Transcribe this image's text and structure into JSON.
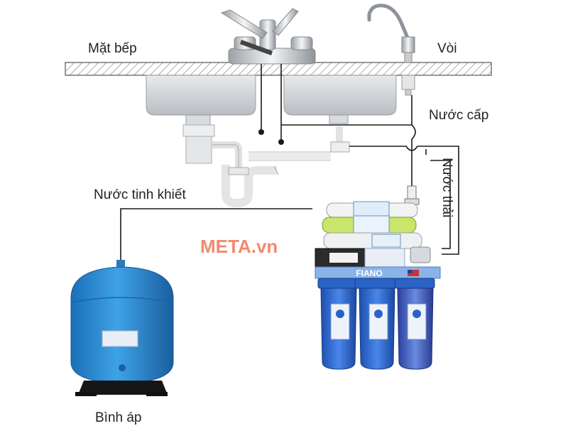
{
  "labels": {
    "counter": "Mặt bếp",
    "faucet": "Vòi",
    "feed_water": "Nước cấp",
    "waste_water": "Nước thải",
    "pure_water": "Nước tinh khiết",
    "pressure_tank": "Bình áp"
  },
  "watermark": "META.vn",
  "brand": "FIANO",
  "colors": {
    "line": "#1a1a1a",
    "housing_blue": "#2f6fd8",
    "tank_blue": "#2b8fd6",
    "watermark": "#f08a70",
    "sink_gray": "#c9ccd0"
  }
}
